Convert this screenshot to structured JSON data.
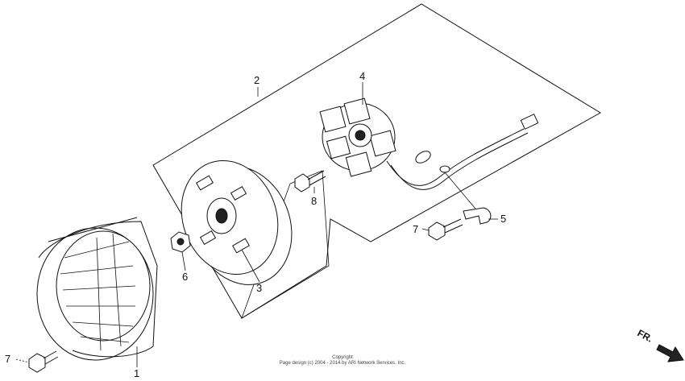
{
  "callouts": {
    "c1": "1",
    "c2": "2",
    "c3": "3",
    "c4": "4",
    "c5": "5",
    "c6": "6",
    "c7a": "7",
    "c7b": "7",
    "c8": "8"
  },
  "copyright": {
    "line1": "Copyright",
    "line2": "Page design (c) 2004 - 2014 by ARI Network Services, Inc."
  },
  "direction": {
    "label": "FR."
  }
}
